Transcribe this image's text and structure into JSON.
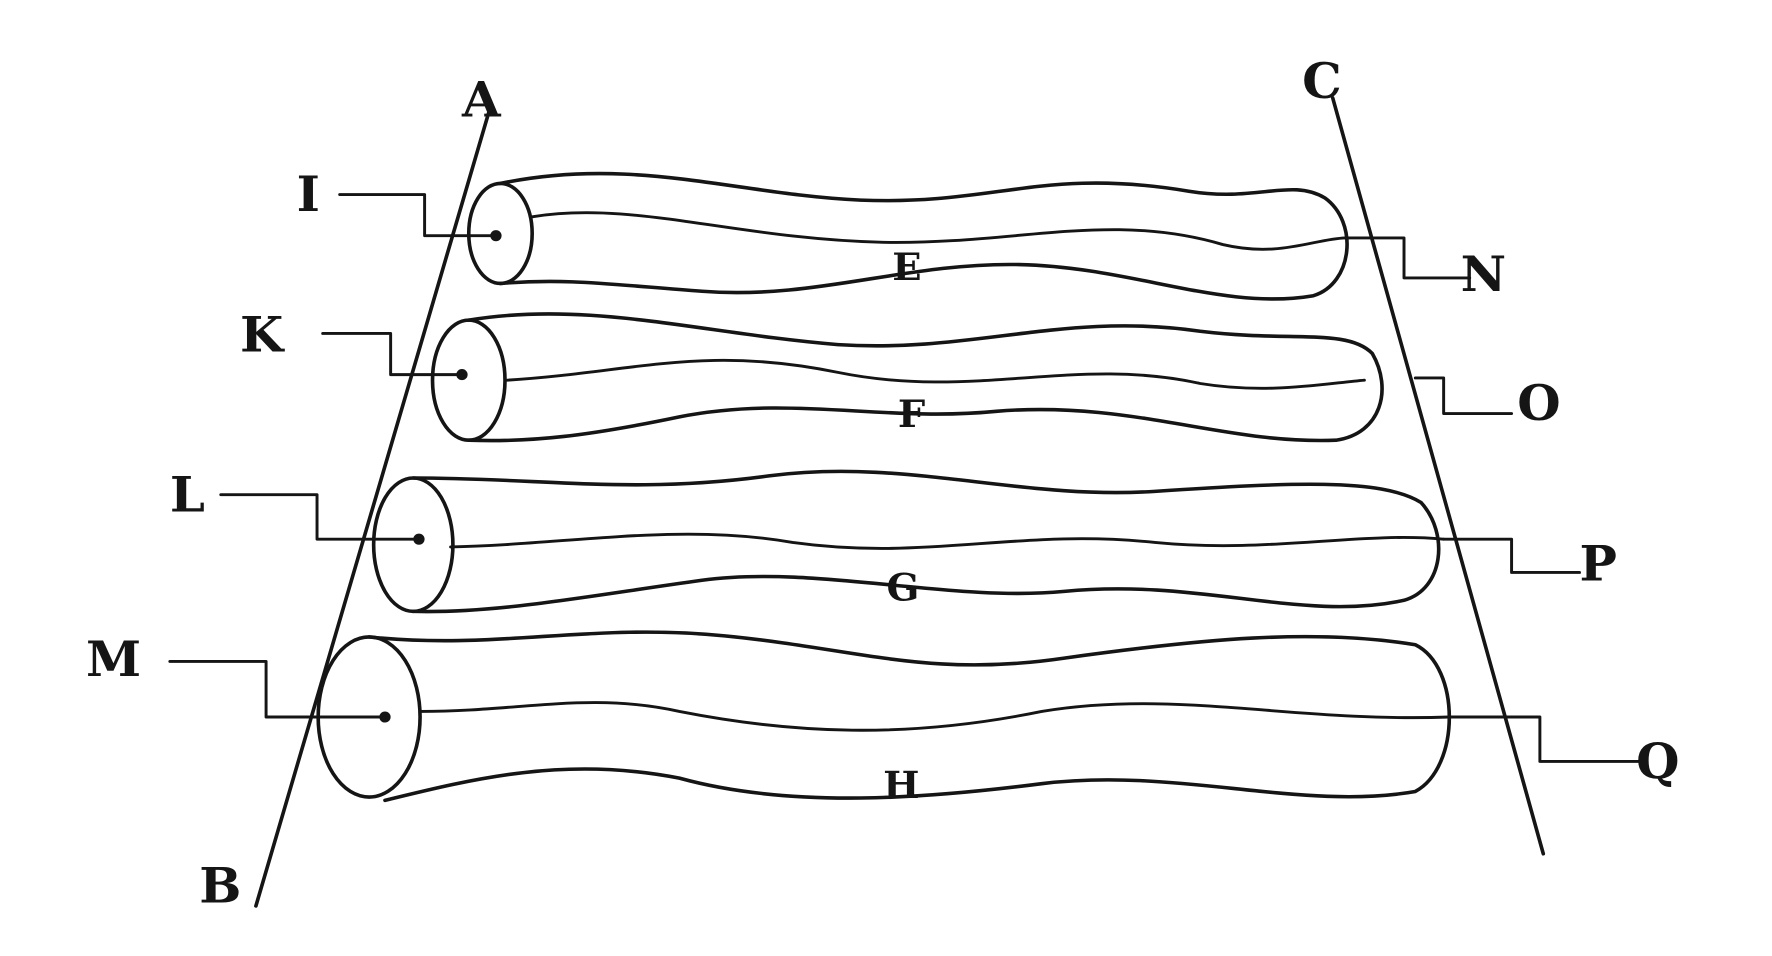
{
  "diagram": {
    "lines": {
      "left_top": "A",
      "left_bottom": "B",
      "right_top": "C"
    },
    "cylinders": [
      {
        "left": "I",
        "middle": "E",
        "right": "N"
      },
      {
        "left": "K",
        "middle": "F",
        "right": "O"
      },
      {
        "left": "L",
        "middle": "G",
        "right": "P"
      },
      {
        "left": "M",
        "middle": "H",
        "right": "Q"
      }
    ],
    "ink_color": "#151515",
    "paper_color": "#ffffff"
  }
}
